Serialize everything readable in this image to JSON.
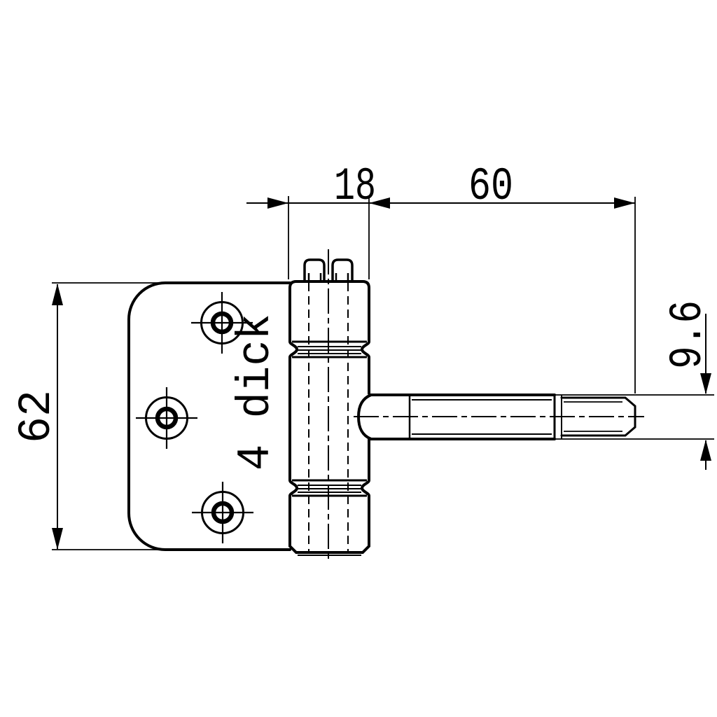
{
  "drawing": {
    "type": "technical-drawing",
    "subject": "drill-in door hinge, side elevation with dimensions",
    "background_color": "#ffffff",
    "line_color": "#000000",
    "part_marking": "4 dick",
    "dimensions": {
      "barrel_diameter": "18",
      "pin_length": "60",
      "leaf_height": "62",
      "pin_diameter": "9.6"
    }
  }
}
